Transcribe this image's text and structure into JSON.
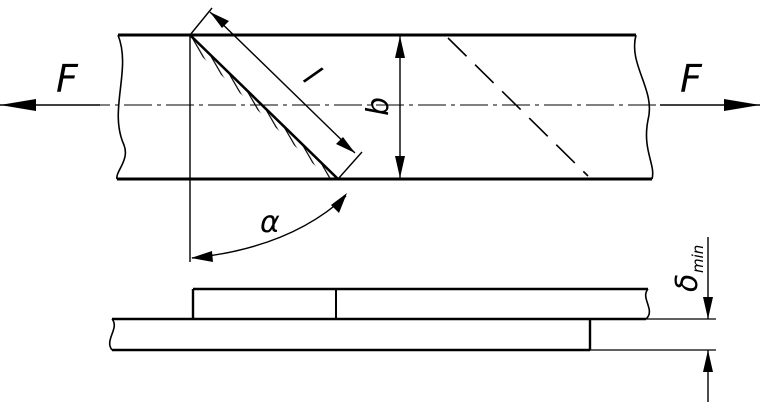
{
  "labels": {
    "force_left": "F",
    "force_right": "F",
    "weld_length": "l",
    "width": "b",
    "angle": "α",
    "gap_symbol": "δ",
    "gap_subscript": "min"
  },
  "colors": {
    "stroke": "#000000",
    "background": "#ffffff"
  }
}
